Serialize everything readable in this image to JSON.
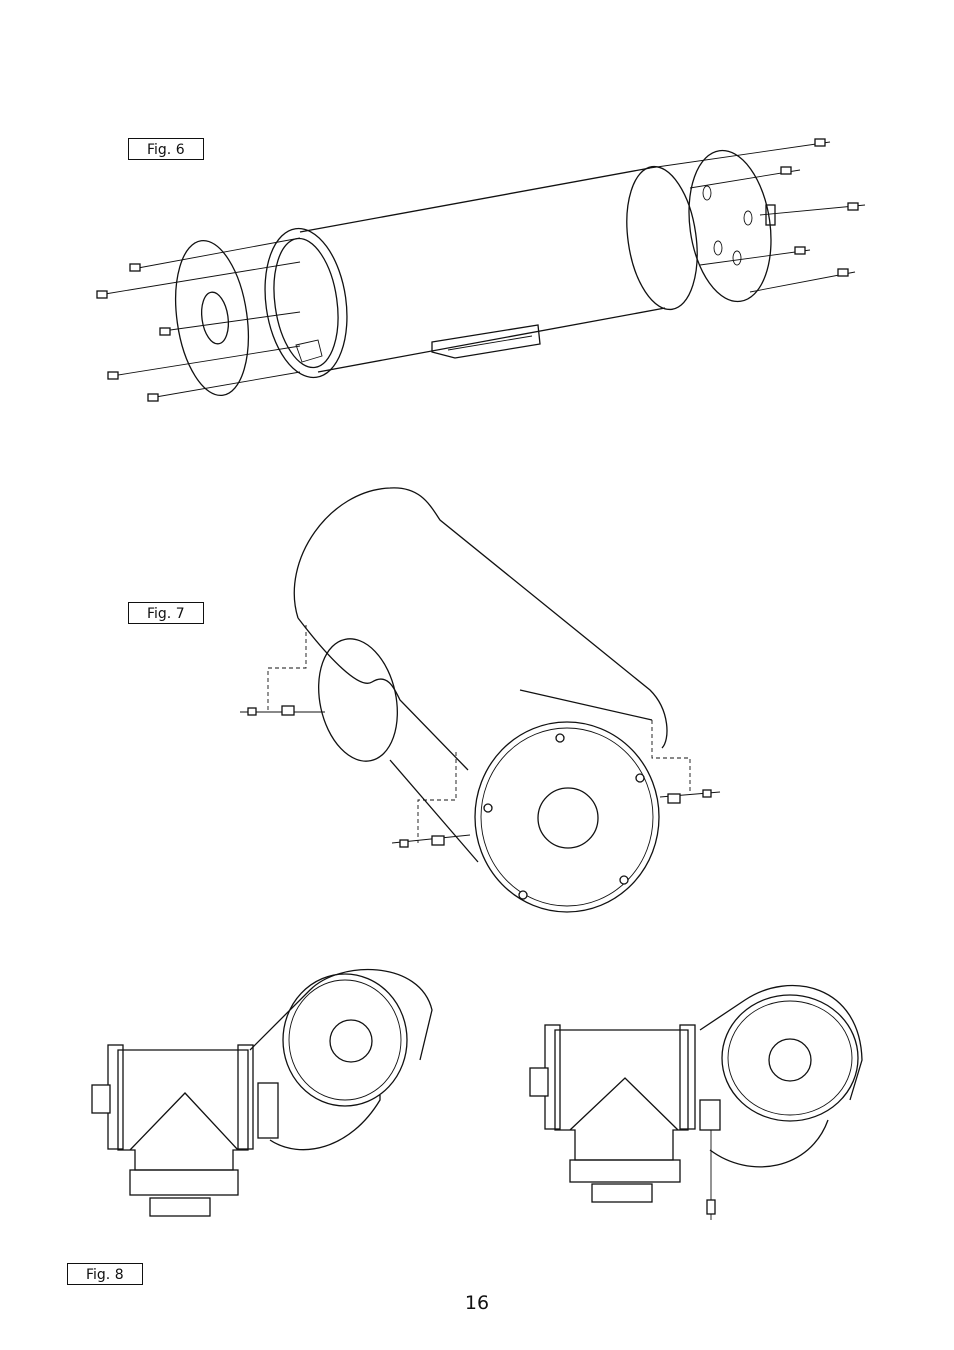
{
  "figures": {
    "fig6": {
      "label": "Fig. 6"
    },
    "fig7": {
      "label": "Fig. 7"
    },
    "fig8": {
      "label": "Fig. 8"
    }
  },
  "page": {
    "number": "16"
  }
}
